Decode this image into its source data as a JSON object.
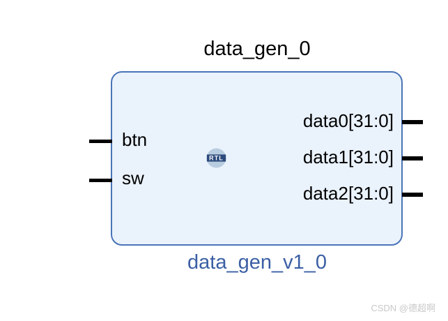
{
  "diagram": {
    "type": "rtl-block-symbol",
    "background_color": "#ffffff",
    "block": {
      "instance_name": "data_gen_0",
      "module_name": "data_gen_v1_0",
      "fill_color": "#eaf2fc",
      "border_color": "#4a74b8",
      "title_color": "#000000",
      "subtitle_color": "#3b5fa4",
      "badge": {
        "label": "RTL",
        "icon_name": "rtl-badge-icon",
        "circle_color": "#b8cce0",
        "band_color": "#2d4a7c",
        "text_color": "#ffffff"
      },
      "inputs": [
        {
          "label": "btn"
        },
        {
          "label": "sw"
        }
      ],
      "outputs": [
        {
          "label": "data0[31:0]"
        },
        {
          "label": "data1[31:0]"
        },
        {
          "label": "data2[31:0]"
        }
      ]
    }
  },
  "watermark": {
    "text": "CSDN @德超啊",
    "color": "#c9c9c9"
  }
}
